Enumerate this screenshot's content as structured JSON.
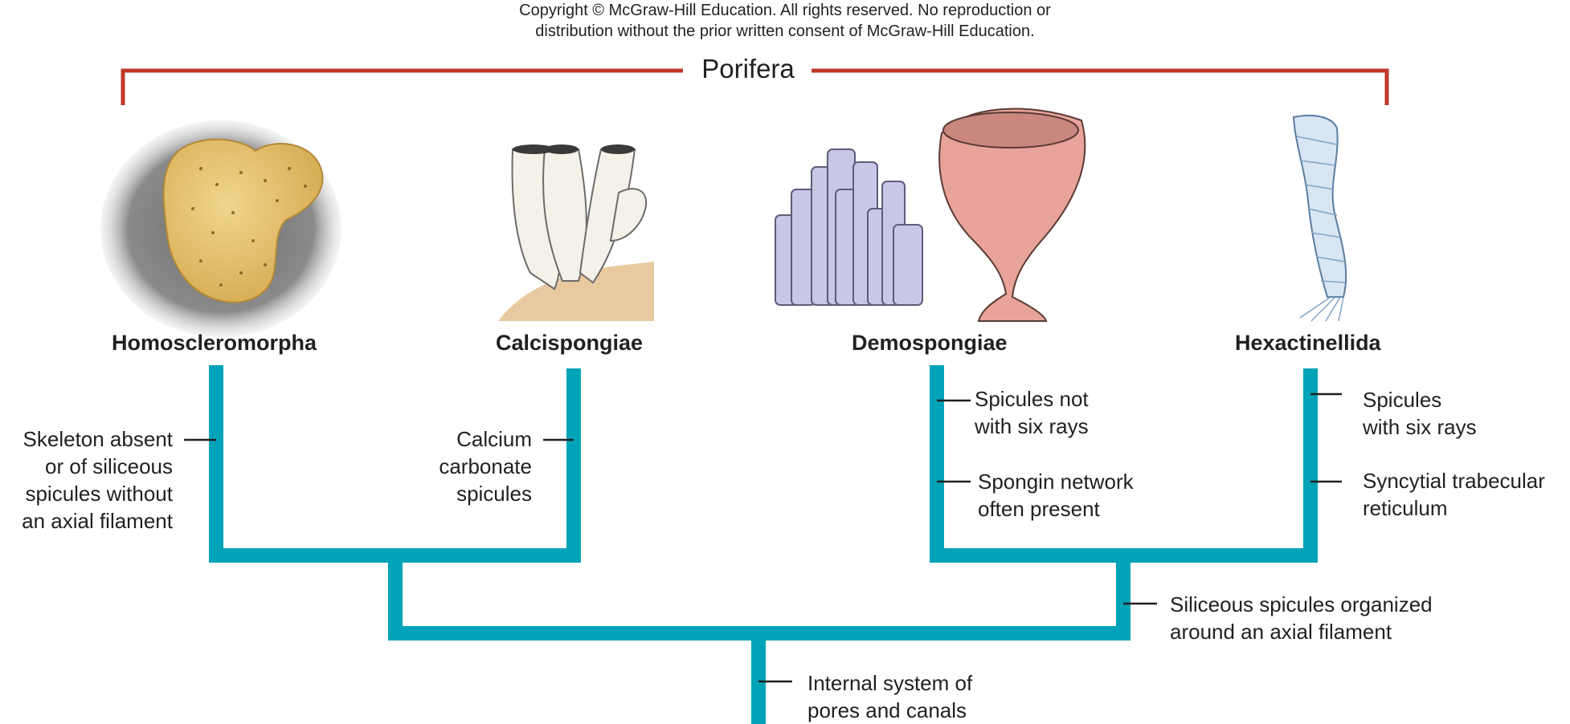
{
  "copyright": {
    "line1": "Copyright © McGraw-Hill Education. All rights reserved. No reproduction or",
    "line2": "distribution without the prior written consent of McGraw-Hill Education."
  },
  "clade": {
    "label": "Porifera"
  },
  "taxa": {
    "homoscleromorpha": "Homoscleromorpha",
    "calcispongiae": "Calcispongiae",
    "demospongiae": "Demospongiae",
    "hexactinellida": "Hexactinellida"
  },
  "characters": {
    "homo": [
      "Skeleton absent",
      "or of siliceous",
      "spicules without",
      "an axial filament"
    ],
    "calci": [
      "Calcium",
      "carbonate",
      "spicules"
    ],
    "demo_a": [
      "Spicules not",
      "with six rays"
    ],
    "demo_b": [
      "Spongin network",
      "often present"
    ],
    "hexa_a": [
      "Spicules",
      "with six rays"
    ],
    "hexa_b": [
      "Syncytial trabecular",
      "reticulum"
    ],
    "silic": [
      "Siliceous spicules organized",
      "around an axial filament"
    ],
    "root": [
      "Internal  system of",
      "pores  and canals"
    ]
  },
  "colors": {
    "tree": "#00a3b8",
    "bracket": "#c0392b",
    "text": "#231f20"
  }
}
